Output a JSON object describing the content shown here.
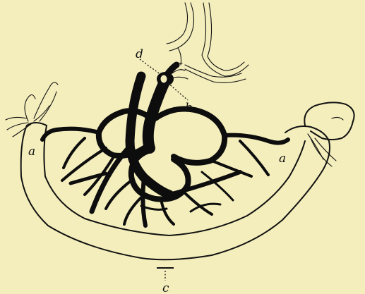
{
  "figure": {
    "labels": {
      "a_left": "a",
      "a_right": "a",
      "b": "b",
      "c": "c",
      "d": "d"
    },
    "colors": {
      "paper": "#f4eebc",
      "ink": "#0d0d0d"
    }
  }
}
